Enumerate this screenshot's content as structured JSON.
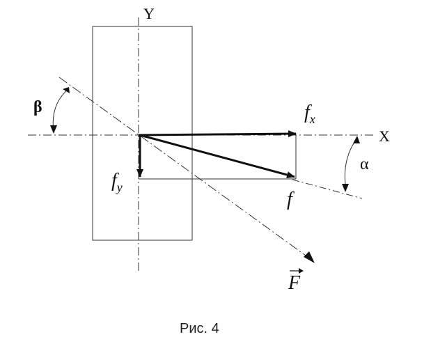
{
  "diagram": {
    "axis_y_label": "Y",
    "axis_x_label": "X",
    "angle_beta": "β",
    "angle_alpha": "α",
    "vector_fx": {
      "base": "f",
      "sub": "x"
    },
    "vector_fy": {
      "base": "f",
      "sub": "y"
    },
    "vector_f": "f",
    "vector_F": "F"
  },
  "caption": "Рис. 4",
  "colors": {
    "ink": "#111111",
    "background": "#ffffff"
  }
}
